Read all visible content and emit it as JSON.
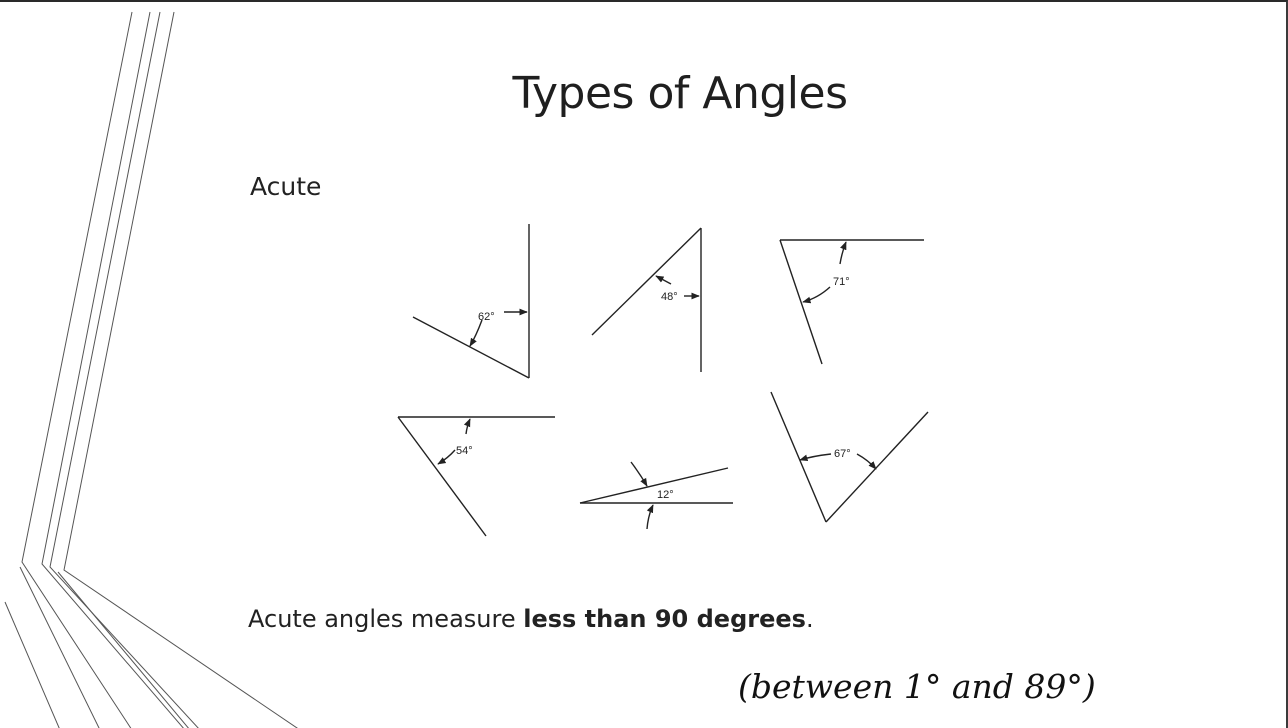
{
  "slide": {
    "title": "Types of Angles",
    "subtitle": "Acute",
    "statement_prefix": "Acute angles measure ",
    "statement_bold": "less than 90 degrees",
    "statement_suffix": ".",
    "handwritten_note": "(between 1° and 89°)"
  },
  "angles": [
    {
      "label": "62°",
      "degrees": 62
    },
    {
      "label": "48°",
      "degrees": 48
    },
    {
      "label": "71°",
      "degrees": 71
    },
    {
      "label": "54°",
      "degrees": 54
    },
    {
      "label": "12°",
      "degrees": 12
    },
    {
      "label": "67°",
      "degrees": 67
    }
  ]
}
